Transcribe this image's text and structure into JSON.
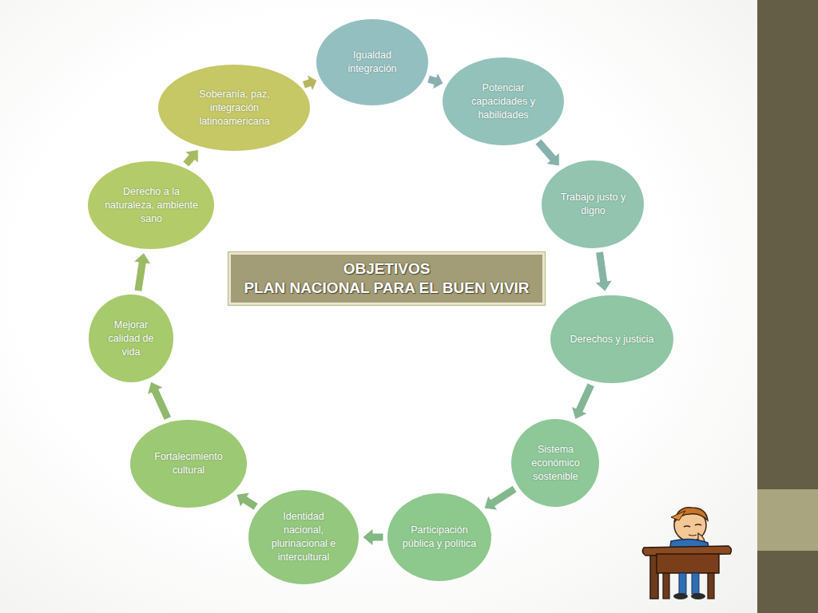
{
  "diagram": {
    "nodes": [
      {
        "text": [
          "OBJETIVOS",
          "PLAN NACIONAL PARA EL BUEN VIVIR"
        ]
      },
      {
        "text": [
          "Igualdad integración"
        ]
      },
      {
        "text": [
          "Potenciar capacidades y habilidades"
        ]
      },
      {
        "text": [
          "Trabajo justo y digno"
        ]
      },
      {
        "text": [
          "Derechos y justicia"
        ]
      },
      {
        "text": [
          "Sistema económico sostenible"
        ]
      },
      {
        "text": [
          "Participación pública y política"
        ]
      },
      {
        "text": [
          "Identidad nacional, plurinacional e intercultural"
        ]
      },
      {
        "text": [
          "Fortalecimiento cultural"
        ]
      },
      {
        "text": [
          "Mejorar calidad de vida"
        ]
      },
      {
        "text": [
          "Derecho a la naturaleza, ambiente sano"
        ]
      },
      {
        "text": [
          "Soberanía, paz, integración latinoamericana"
        ]
      }
    ],
    "edges": [
      {
        "from": 1,
        "to": 2,
        "arrow": "to"
      },
      {
        "from": 2,
        "to": 3,
        "arrow": "to"
      },
      {
        "from": 3,
        "to": 4,
        "arrow": "to"
      },
      {
        "from": 4,
        "to": 5,
        "arrow": "to"
      },
      {
        "from": 5,
        "to": 6,
        "arrow": "to"
      },
      {
        "from": 6,
        "to": 7,
        "arrow": "to"
      },
      {
        "from": 7,
        "to": 8,
        "arrow": "to"
      },
      {
        "from": 8,
        "to": 9,
        "arrow": "to"
      },
      {
        "from": 9,
        "to": 10,
        "arrow": "to"
      },
      {
        "from": 10,
        "to": 11,
        "arrow": "to"
      },
      {
        "from": 11,
        "to": 1,
        "arrow": "to"
      }
    ]
  }
}
